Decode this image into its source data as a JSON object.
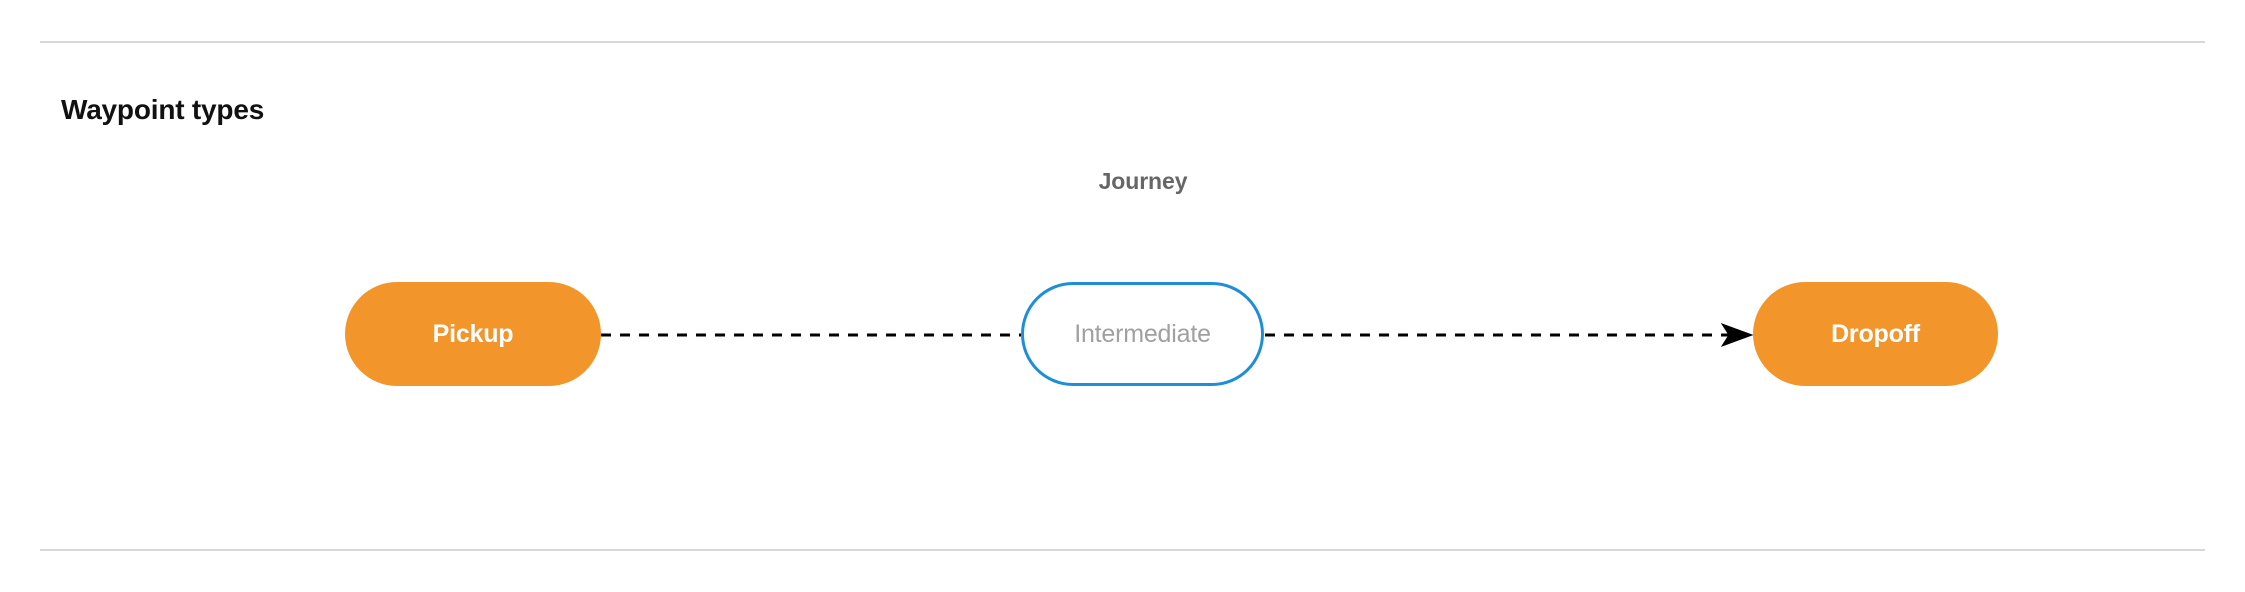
{
  "section": {
    "title": "Waypoint types",
    "divider_color": "#d8d8d8"
  },
  "diagram": {
    "type": "flow",
    "cluster": {
      "label": "Journey",
      "label_color": "#666666"
    },
    "nodes": [
      {
        "id": "pickup",
        "label": "Pickup",
        "style": "pill-filled",
        "fill": "#F2962C",
        "text_color": "#ffffff"
      },
      {
        "id": "intermediate",
        "label": "Intermediate",
        "style": "pill-outline",
        "fill": "#ffffff",
        "border_color": "#1E8FD5",
        "text_color": "#a0a0a0"
      },
      {
        "id": "dropoff",
        "label": "Dropoff",
        "style": "pill-filled",
        "fill": "#F2962C",
        "text_color": "#ffffff"
      }
    ],
    "edges": [
      {
        "from": "pickup",
        "to": "intermediate",
        "style": "dashed",
        "color": "#000000",
        "arrowhead": false
      },
      {
        "from": "intermediate",
        "to": "dropoff",
        "style": "dashed",
        "color": "#000000",
        "arrowhead": true
      }
    ]
  }
}
